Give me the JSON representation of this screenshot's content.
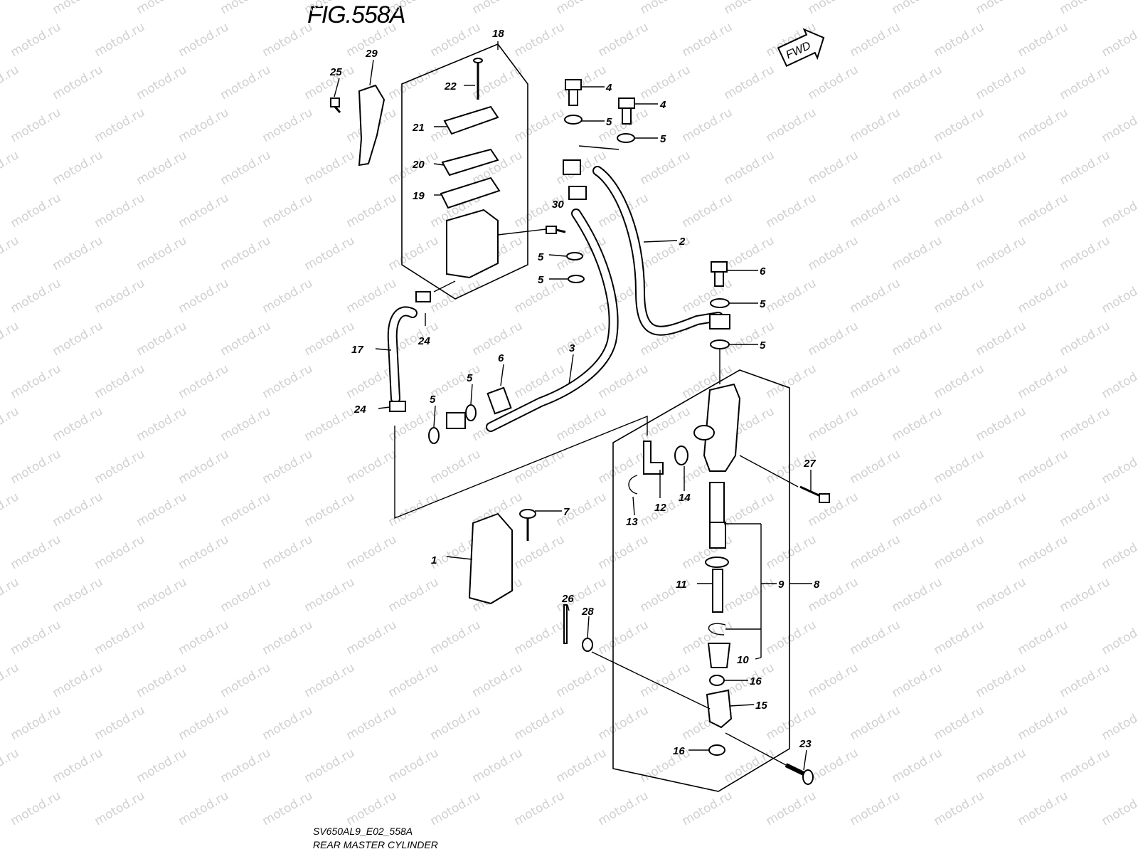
{
  "figure": {
    "title": "FIG.558A",
    "model_code": "SV650AL9_E02_558A",
    "caption": "REAR MASTER CYLINDER",
    "direction_badge": "FWD",
    "watermark": "motod.ru"
  },
  "callouts": [
    {
      "id": "c18",
      "label": "18"
    },
    {
      "id": "c29",
      "label": "29"
    },
    {
      "id": "c25",
      "label": "25"
    },
    {
      "id": "c22",
      "label": "22"
    },
    {
      "id": "c21",
      "label": "21"
    },
    {
      "id": "c20",
      "label": "20"
    },
    {
      "id": "c19",
      "label": "19"
    },
    {
      "id": "c4a",
      "label": "4"
    },
    {
      "id": "c4b",
      "label": "4"
    },
    {
      "id": "c5a",
      "label": "5"
    },
    {
      "id": "c5b",
      "label": "5"
    },
    {
      "id": "c30",
      "label": "30"
    },
    {
      "id": "c2",
      "label": "2"
    },
    {
      "id": "c5c",
      "label": "5"
    },
    {
      "id": "c5d",
      "label": "5"
    },
    {
      "id": "c6a",
      "label": "6"
    },
    {
      "id": "c5e",
      "label": "5"
    },
    {
      "id": "c5f",
      "label": "5"
    },
    {
      "id": "c17",
      "label": "17"
    },
    {
      "id": "c24a",
      "label": "24"
    },
    {
      "id": "c3",
      "label": "3"
    },
    {
      "id": "c6b",
      "label": "6"
    },
    {
      "id": "c5g",
      "label": "5"
    },
    {
      "id": "c5h",
      "label": "5"
    },
    {
      "id": "c24b",
      "label": "24"
    },
    {
      "id": "c27",
      "label": "27"
    },
    {
      "id": "c12",
      "label": "12"
    },
    {
      "id": "c14",
      "label": "14"
    },
    {
      "id": "c13",
      "label": "13"
    },
    {
      "id": "c7",
      "label": "7"
    },
    {
      "id": "c1",
      "label": "1"
    },
    {
      "id": "c11",
      "label": "11"
    },
    {
      "id": "c9",
      "label": "9"
    },
    {
      "id": "c8",
      "label": "8"
    },
    {
      "id": "c26",
      "label": "26"
    },
    {
      "id": "c28",
      "label": "28"
    },
    {
      "id": "c10",
      "label": "10"
    },
    {
      "id": "c16a",
      "label": "16"
    },
    {
      "id": "c15",
      "label": "15"
    },
    {
      "id": "c16b",
      "label": "16"
    },
    {
      "id": "c23",
      "label": "23"
    }
  ]
}
